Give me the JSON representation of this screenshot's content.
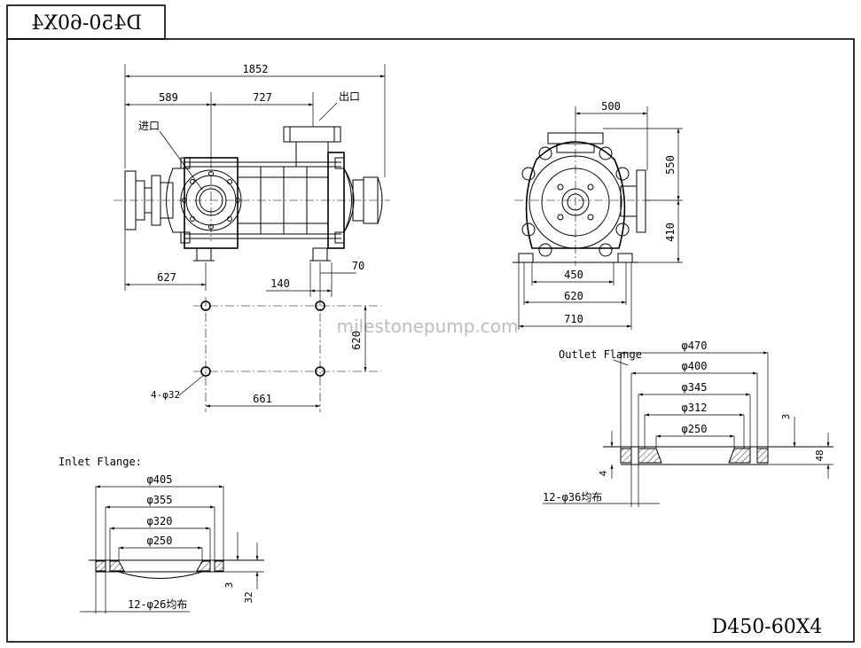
{
  "model_code": "D450-60X4",
  "model_code_mirrored": "D450-60X4",
  "watermark": "milestonepump.com",
  "front_view": {
    "overall_length": "1852",
    "dim_589": "589",
    "dim_727": "727",
    "outlet_label": "出口",
    "inlet_label": "进口",
    "dim_627": "627",
    "dim_140": "140",
    "dim_70": "70",
    "dim_620": "620",
    "dim_661": "661",
    "bolt_holes": "4-φ32"
  },
  "side_view": {
    "dim_500": "500",
    "dim_550": "550",
    "dim_410": "410",
    "dim_450": "450",
    "dim_620": "620",
    "dim_710": "710"
  },
  "inlet_flange": {
    "title": "Inlet Flange:",
    "d1": "φ405",
    "d2": "φ355",
    "d3": "φ320",
    "d4": "φ250",
    "bolts": "12-φ26均布",
    "t1": "3",
    "t2": "32"
  },
  "outlet_flange": {
    "title": "Outlet Flange",
    "d1": "φ470",
    "d2": "φ400",
    "d3": "φ345",
    "d4": "φ312",
    "d5": "φ250",
    "bolts": "12-φ36均布",
    "t1": "3",
    "t2": "48",
    "t3": "4"
  }
}
